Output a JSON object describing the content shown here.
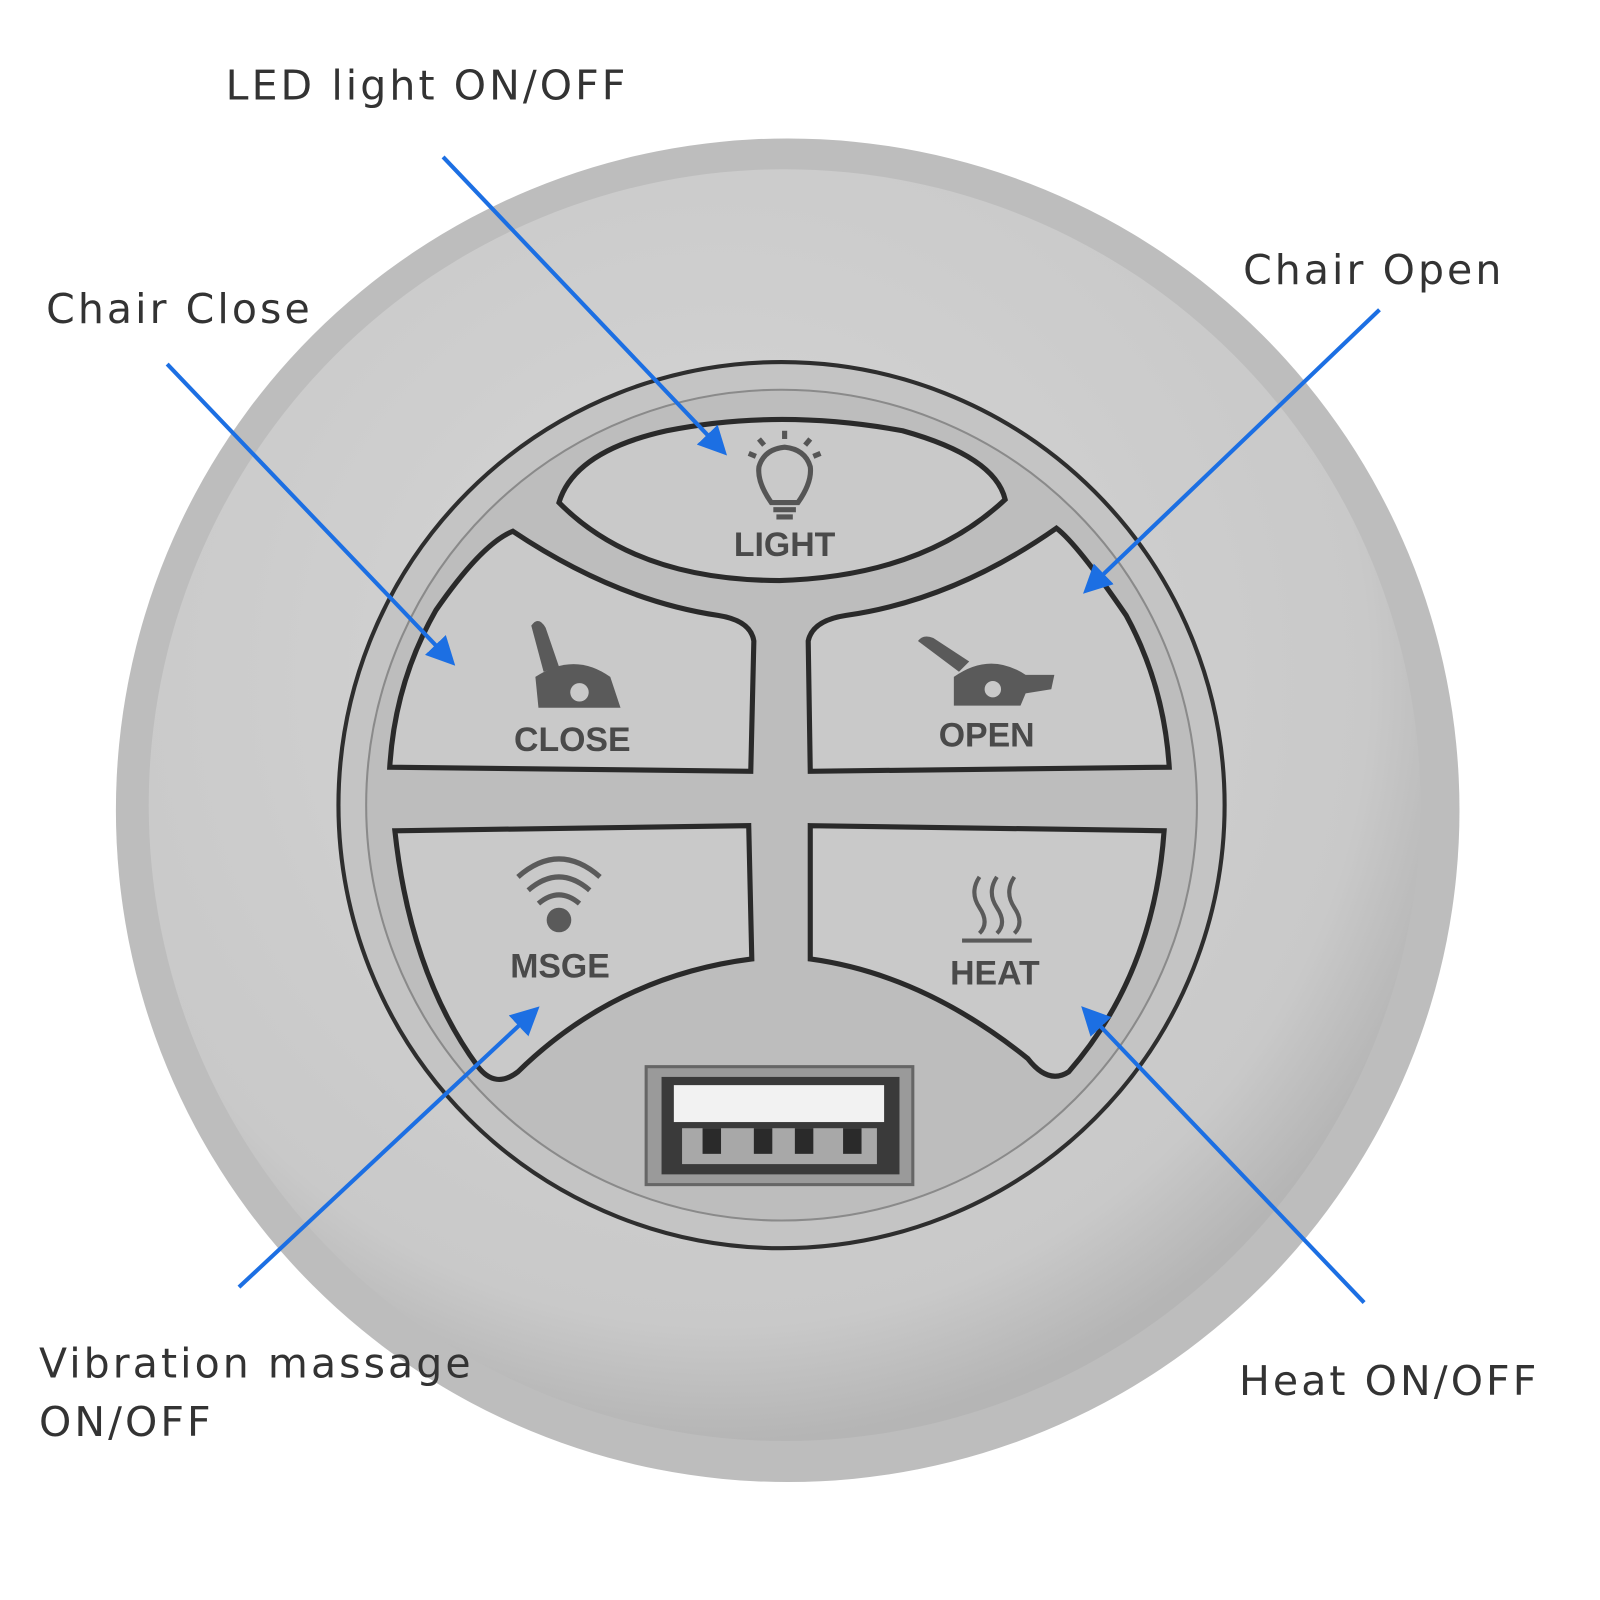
{
  "callouts": {
    "light": "LED light ON/OFF",
    "close": "Chair Close",
    "open": "Chair Open",
    "massage_line1": "Vibration massage",
    "massage_line2": "ON/OFF",
    "heat": "Heat ON/OFF"
  },
  "buttons": {
    "light": "LIGHT",
    "close": "CLOSE",
    "open": "OPEN",
    "massage": "MSGE",
    "heat": "HEAT"
  },
  "icons": {
    "light": "lightbulb-icon",
    "close": "chair-upright-icon",
    "open": "chair-recline-icon",
    "massage": "vibration-waves-icon",
    "heat": "heat-waves-icon",
    "port": "usb-port"
  },
  "colors": {
    "leader_line": "#1c6fe3",
    "housing": "#cfcfcf",
    "button_text": "#4a4a4a"
  }
}
